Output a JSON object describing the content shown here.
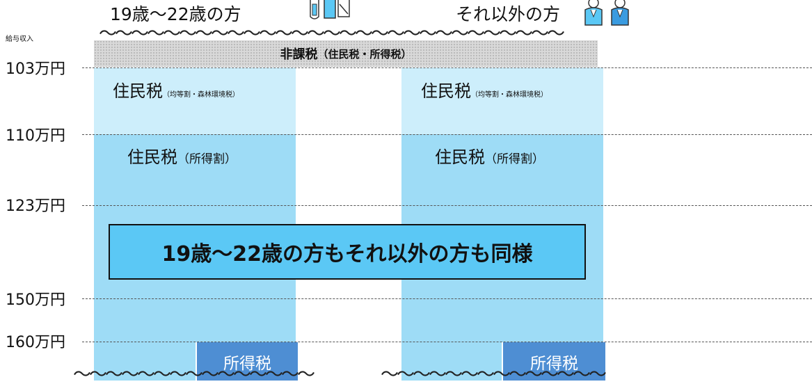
{
  "header": {
    "col1_title": "19歳〜22歳の方",
    "col2_title": "それ以外の方",
    "wave": "〜〜〜〜〜〜〜〜〜〜〜〜〜〜〜〜〜〜〜〜〜〜〜〜〜〜〜〜〜",
    "people1_icon": "students-icon",
    "people2_icon": "workers-icon"
  },
  "axis": {
    "title": "給与収入",
    "ticks": [
      "103万円",
      "110万円",
      "123万円",
      "150万円",
      "160万円"
    ]
  },
  "nontax": {
    "label": "非課税",
    "sub": "（住民税・所得税）"
  },
  "bands": {
    "flat_main": "住民税",
    "flat_sub": "（均等割・森林環境税）",
    "income_main": "住民税",
    "income_sub": "（所得割）",
    "income_tax": "所得税"
  },
  "banner": {
    "text": "19歳〜22歳の方もそれ以外の方も同様"
  },
  "footer": {
    "wave1": "〜〜〜〜〜〜〜〜〜〜〜〜〜〜〜",
    "wave2": "〜〜〜〜〜〜〜〜〜〜〜〜〜〜"
  },
  "colors": {
    "nontax": "#d9d9d9",
    "flat_band": "#cdeefb",
    "income_band": "#9edcf6",
    "income_tax": "#4e8ed3",
    "banner": "#5bc8f5"
  }
}
